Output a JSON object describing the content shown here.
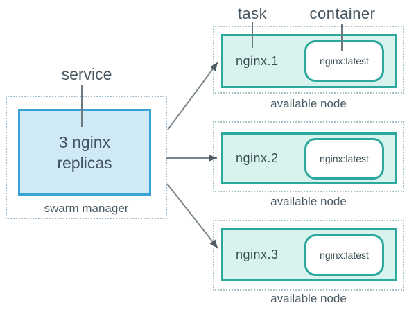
{
  "labels": {
    "service": "service",
    "task": "task",
    "container": "container"
  },
  "manager": {
    "box_text": "3 nginx replicas",
    "caption": "swarm manager"
  },
  "nodes": [
    {
      "task": "nginx.1",
      "container": "nginx:latest",
      "caption": "available node"
    },
    {
      "task": "nginx.2",
      "container": "nginx:latest",
      "caption": "available node"
    },
    {
      "task": "nginx.3",
      "container": "nginx:latest",
      "caption": "available node"
    }
  ],
  "colors": {
    "service_box_fill": "#cfe9f7",
    "service_box_border": "#3aa3d6",
    "node_box_fill": "#d8f2ee",
    "node_box_border": "#2ca89c",
    "container_fill": "#ffffff",
    "text": "#46555f",
    "arrow": "#7b848a",
    "swarm_dotted_border": "#9db9cb",
    "node_dotted_border": "#a3c3c9"
  }
}
